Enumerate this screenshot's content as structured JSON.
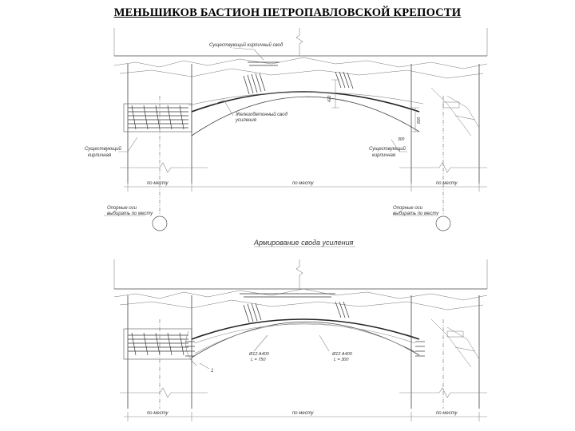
{
  "title": "МЕНЬШИКОВ БАСТИОН ПЕТРОПАВЛОВСКОЙ КРЕПОСТИ",
  "top_drawing": {
    "label_roof_vault": "Существующий кирпичный свод",
    "label_reinforced_vault_1": "Железобетонный свод",
    "label_reinforced_vault_2": "усиления",
    "label_left_wall_1": "Существующий",
    "label_left_wall_2": "кирпичная",
    "label_right_wall_1": "Существующий",
    "label_right_wall_2": "кирпичная",
    "dim_vertical_1": "420",
    "dim_vertical_2": "800",
    "dim_small": "300",
    "dim_left": "по месту",
    "dim_center": "по месту",
    "dim_right": "по месту",
    "axis_left_1": "Опорные оси",
    "axis_left_2": "выбирать по месту",
    "axis_right_1": "Опорные оси",
    "axis_right_2": "выбирать по месту"
  },
  "section_title": "Армирование свода усиления",
  "bottom_drawing": {
    "rebar_left_1": "Ø12 А400",
    "rebar_left_2": "L = 750",
    "rebar_right_1": "Ø12 А400",
    "rebar_right_2": "L = 300",
    "callout": "1",
    "dim_left": "по месту",
    "dim_center": "по месту",
    "dim_right": "по месту"
  }
}
